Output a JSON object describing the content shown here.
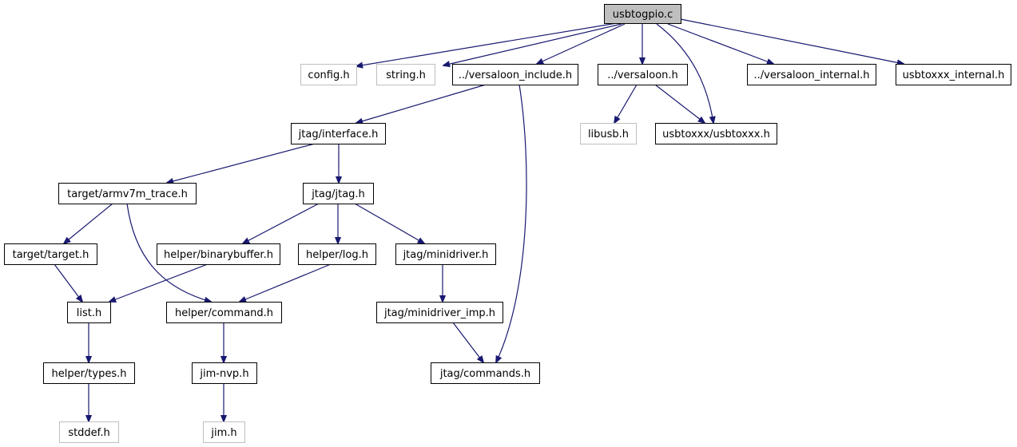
{
  "graph": {
    "colors": {
      "edge": "#191970",
      "root_fill": "#bfbfbf",
      "root_border": "#000000",
      "node_border": "#000000",
      "missing_border": "#bfbfbf",
      "text": "#000000"
    },
    "nodes": [
      {
        "id": "usbtogpio_c",
        "label": "usbtogpio.c",
        "style": "root"
      },
      {
        "id": "config_h",
        "label": "config.h",
        "style": "missing"
      },
      {
        "id": "string_h",
        "label": "string.h",
        "style": "missing"
      },
      {
        "id": "versaloon_include_h",
        "label": "../versaloon_include.h",
        "style": "normal"
      },
      {
        "id": "versaloon_h",
        "label": "../versaloon.h",
        "style": "normal"
      },
      {
        "id": "versaloon_internal_h",
        "label": "../versaloon_internal.h",
        "style": "normal"
      },
      {
        "id": "usbtoxxx_internal_h",
        "label": "usbtoxxx_internal.h",
        "style": "normal"
      },
      {
        "id": "jtag_interface_h",
        "label": "jtag/interface.h",
        "style": "normal"
      },
      {
        "id": "libusb_h",
        "label": "libusb.h",
        "style": "missing"
      },
      {
        "id": "usbtoxxx_usbtoxxx_h",
        "label": "usbtoxxx/usbtoxxx.h",
        "style": "normal"
      },
      {
        "id": "target_armv7m_trace_h",
        "label": "target/armv7m_trace.h",
        "style": "normal"
      },
      {
        "id": "jtag_jtag_h",
        "label": "jtag/jtag.h",
        "style": "normal"
      },
      {
        "id": "target_target_h",
        "label": "target/target.h",
        "style": "normal"
      },
      {
        "id": "helper_binarybuffer_h",
        "label": "helper/binarybuffer.h",
        "style": "normal"
      },
      {
        "id": "helper_log_h",
        "label": "helper/log.h",
        "style": "normal"
      },
      {
        "id": "jtag_minidriver_h",
        "label": "jtag/minidriver.h",
        "style": "normal"
      },
      {
        "id": "list_h",
        "label": "list.h",
        "style": "normal"
      },
      {
        "id": "helper_command_h",
        "label": "helper/command.h",
        "style": "normal"
      },
      {
        "id": "jtag_minidriver_imp_h",
        "label": "jtag/minidriver_imp.h",
        "style": "normal"
      },
      {
        "id": "helper_types_h",
        "label": "helper/types.h",
        "style": "normal"
      },
      {
        "id": "jim_nvp_h",
        "label": "jim-nvp.h",
        "style": "normal"
      },
      {
        "id": "jtag_commands_h",
        "label": "jtag/commands.h",
        "style": "normal"
      },
      {
        "id": "stddef_h",
        "label": "stddef.h",
        "style": "missing"
      },
      {
        "id": "jim_h",
        "label": "jim.h",
        "style": "missing"
      }
    ],
    "edges": [
      {
        "from": "usbtogpio_c",
        "to": "config_h"
      },
      {
        "from": "usbtogpio_c",
        "to": "string_h"
      },
      {
        "from": "usbtogpio_c",
        "to": "versaloon_include_h"
      },
      {
        "from": "usbtogpio_c",
        "to": "versaloon_h"
      },
      {
        "from": "usbtogpio_c",
        "to": "usbtoxxx_usbtoxxx_h"
      },
      {
        "from": "usbtogpio_c",
        "to": "versaloon_internal_h"
      },
      {
        "from": "usbtogpio_c",
        "to": "usbtoxxx_internal_h"
      },
      {
        "from": "versaloon_include_h",
        "to": "jtag_interface_h"
      },
      {
        "from": "versaloon_include_h",
        "to": "jtag_commands_h"
      },
      {
        "from": "versaloon_h",
        "to": "libusb_h"
      },
      {
        "from": "versaloon_h",
        "to": "usbtoxxx_usbtoxxx_h"
      },
      {
        "from": "jtag_interface_h",
        "to": "target_armv7m_trace_h"
      },
      {
        "from": "jtag_interface_h",
        "to": "jtag_jtag_h"
      },
      {
        "from": "target_armv7m_trace_h",
        "to": "target_target_h"
      },
      {
        "from": "target_armv7m_trace_h",
        "to": "helper_command_h"
      },
      {
        "from": "jtag_jtag_h",
        "to": "helper_binarybuffer_h"
      },
      {
        "from": "jtag_jtag_h",
        "to": "helper_log_h"
      },
      {
        "from": "jtag_jtag_h",
        "to": "jtag_minidriver_h"
      },
      {
        "from": "target_target_h",
        "to": "list_h"
      },
      {
        "from": "helper_binarybuffer_h",
        "to": "list_h"
      },
      {
        "from": "helper_log_h",
        "to": "helper_command_h"
      },
      {
        "from": "jtag_minidriver_h",
        "to": "jtag_minidriver_imp_h"
      },
      {
        "from": "list_h",
        "to": "helper_types_h"
      },
      {
        "from": "helper_command_h",
        "to": "jim_nvp_h"
      },
      {
        "from": "jtag_minidriver_imp_h",
        "to": "jtag_commands_h"
      },
      {
        "from": "helper_types_h",
        "to": "stddef_h"
      },
      {
        "from": "jim_nvp_h",
        "to": "jim_h"
      }
    ]
  }
}
